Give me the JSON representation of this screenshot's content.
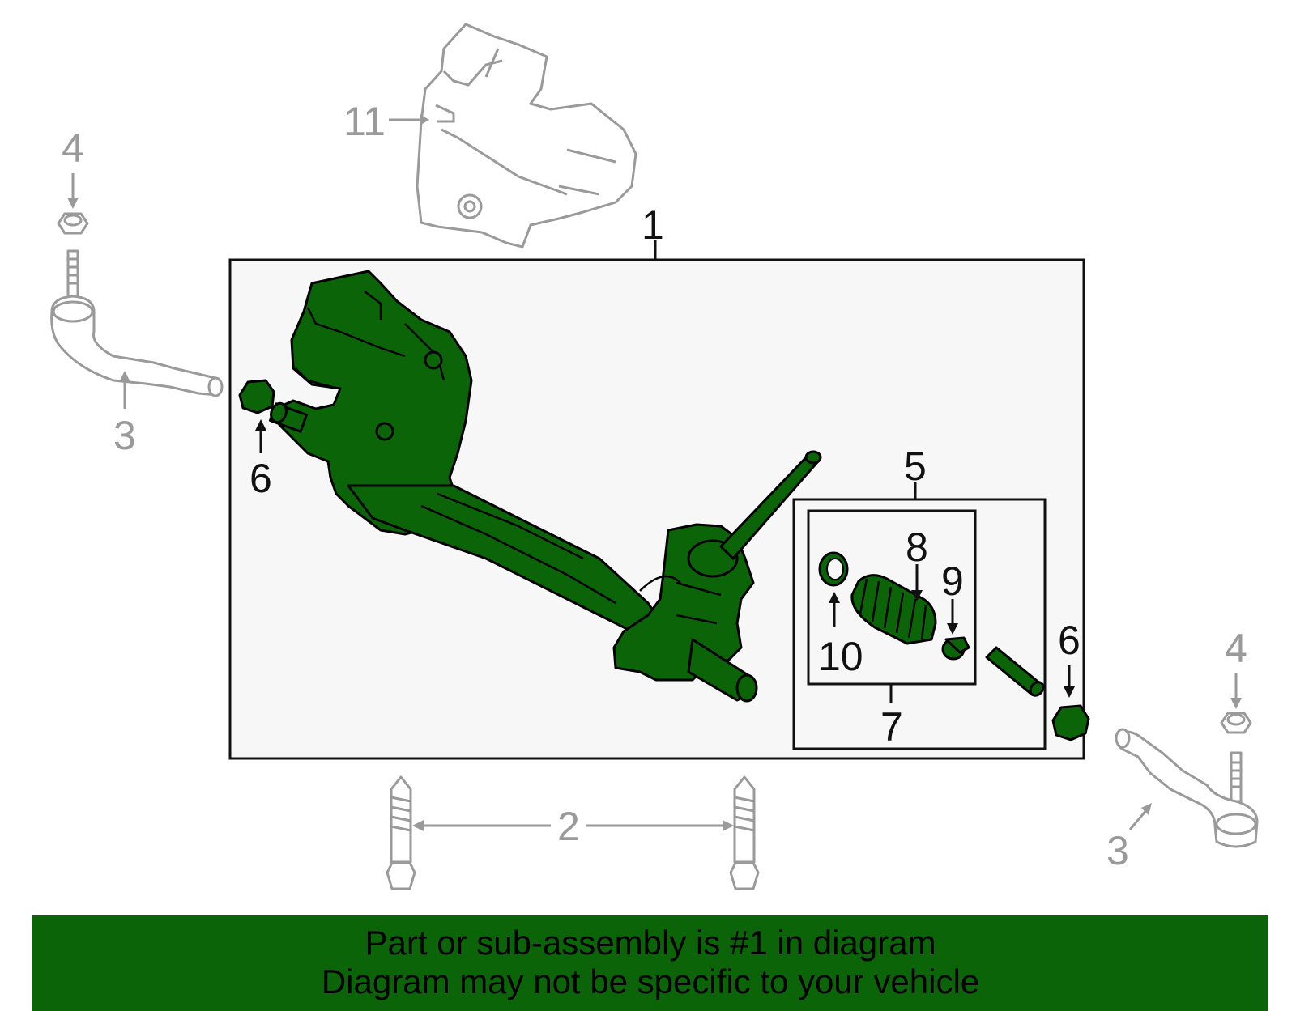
{
  "callouts": {
    "c1": "1",
    "c2": "2",
    "c3_left": "3",
    "c3_right": "3",
    "c4_left": "4",
    "c4_right": "4",
    "c5": "5",
    "c6_left": "6",
    "c6_right": "6",
    "c7": "7",
    "c8": "8",
    "c9": "9",
    "c10": "10",
    "c11": "11"
  },
  "banner": {
    "line1": "Part or sub-assembly is #1 in diagram",
    "line2": "Diagram may not be specific to your vehicle"
  },
  "colors": {
    "highlight": "#0b6508",
    "ghost_part": "#9a9a9a",
    "box_fill": "#f7f7f7"
  },
  "icons": {
    "steering_gear": "steering-rack-icon",
    "heat_shield": "heat-shield-icon",
    "tie_rod_end": "tie-rod-end-icon",
    "nut": "hex-nut-icon",
    "bolt": "bolt-icon",
    "boot": "bellows-boot-icon"
  }
}
